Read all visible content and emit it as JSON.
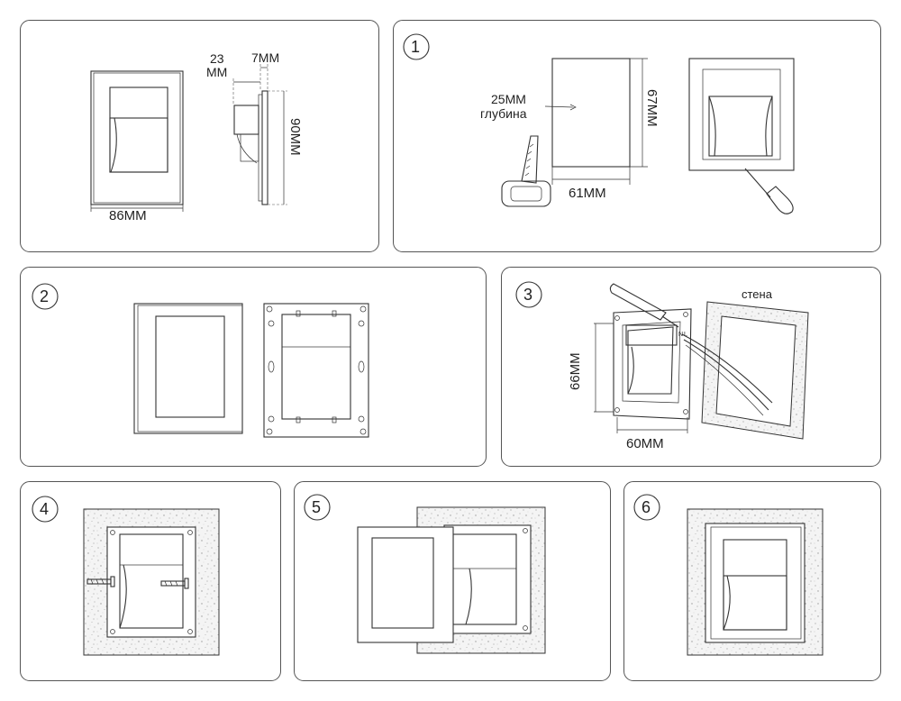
{
  "dimensions": {
    "width": "86MM",
    "height": "90MM",
    "depth_top": "23",
    "depth_bottom": "MM",
    "frame": "7MM"
  },
  "steps": [
    {
      "number": "1",
      "depth_line1": "25MM",
      "depth_line2": "глубина",
      "hole_width": "61MM",
      "hole_height": "67MM"
    },
    {
      "number": "2"
    },
    {
      "number": "3",
      "wall": "стена",
      "box_height": "66MM",
      "box_width": "60MM",
      "terminal_n": "N",
      "terminal_l": "L"
    },
    {
      "number": "4"
    },
    {
      "number": "5"
    },
    {
      "number": "6"
    }
  ]
}
